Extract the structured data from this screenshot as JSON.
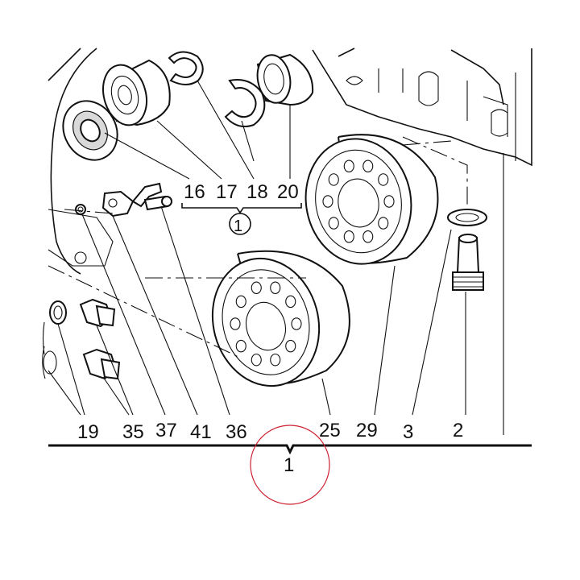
{
  "diagram": {
    "upper_group_labels": [
      "16",
      "17",
      "18",
      "20"
    ],
    "upper_group_circle": "1",
    "bottom_labels": [
      "19",
      "35",
      "37",
      "41",
      "36",
      "25",
      "29",
      "3",
      "2"
    ],
    "bottom_group_label": "1",
    "highlight_color": "#cc2233"
  }
}
